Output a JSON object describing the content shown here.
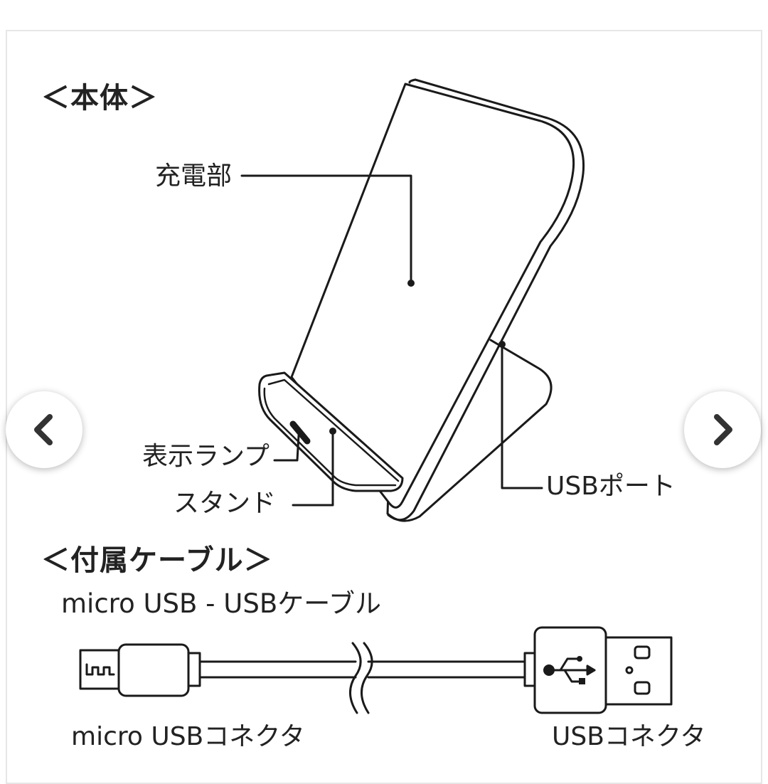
{
  "sections": {
    "main_unit": "＜本体＞",
    "cable": "＜付属ケーブル＞"
  },
  "labels": {
    "charging_area": "充電部",
    "indicator_lamp": "表示ランプ",
    "stand": "スタンド",
    "usb_port": "USBポート"
  },
  "cable": {
    "name": "micro USB - USBケーブル",
    "micro_connector": "micro USBコネクタ",
    "usb_connector": "USBコネクタ"
  },
  "icons": {
    "prev": "chevron-left-icon",
    "next": "chevron-right-icon",
    "usb_symbol": "usb-icon"
  },
  "colors": {
    "line": "#1a1a1a",
    "text": "#222222",
    "frame_border": "#e6e6e6",
    "nav_arrow": "#333333"
  }
}
